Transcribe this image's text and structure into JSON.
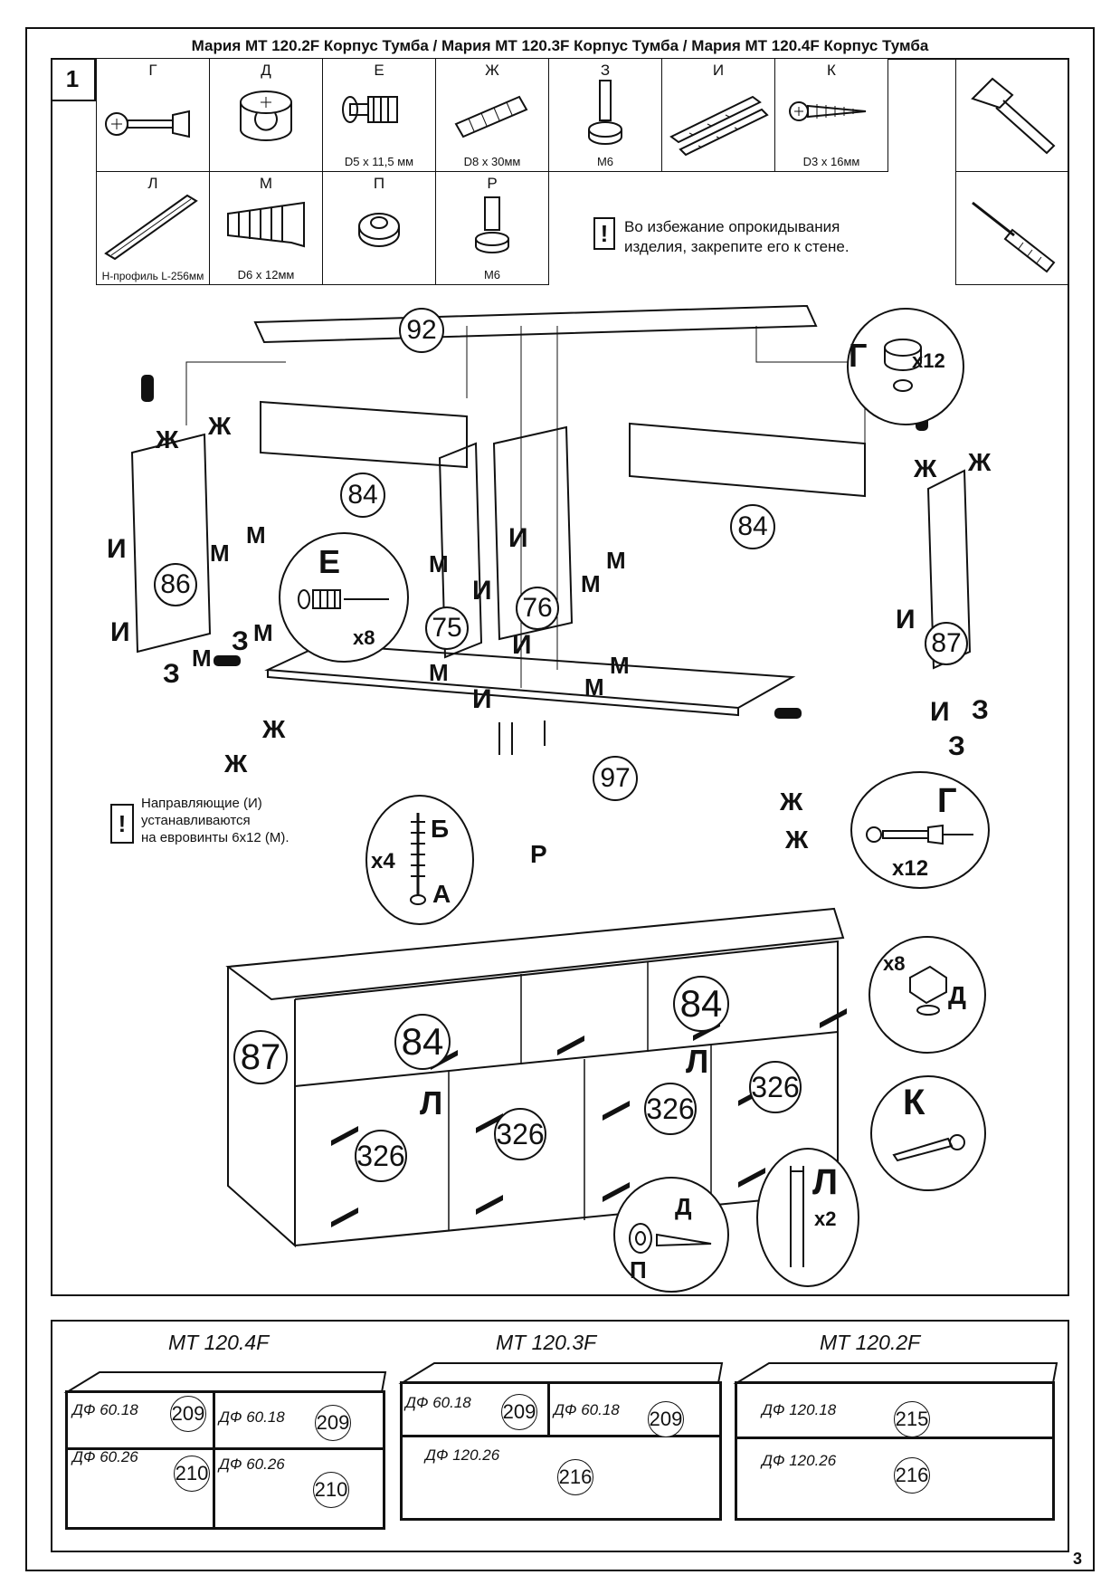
{
  "title": "Мария  МТ 120.2F Корпус Тумба / Мария  МТ 120.3F Корпус Тумба / Мария  МТ 120.4F Корпус Тумба",
  "step": "1",
  "parts_row1": [
    {
      "letter": "Г",
      "caption": ""
    },
    {
      "letter": "Д",
      "caption": ""
    },
    {
      "letter": "Е",
      "caption": "D5 x 11,5 мм"
    },
    {
      "letter": "Ж",
      "caption": "D8 x 30мм"
    },
    {
      "letter": "З",
      "caption": "M6"
    },
    {
      "letter": "И",
      "caption": ""
    },
    {
      "letter": "К",
      "caption": "D3 x 16мм"
    }
  ],
  "parts_row2": [
    {
      "letter": "Л",
      "caption": "Н-профиль L-256мм"
    },
    {
      "letter": "М",
      "caption": "D6 x 12мм"
    },
    {
      "letter": "П",
      "caption": ""
    },
    {
      "letter": "Р",
      "caption": "M6"
    }
  ],
  "warning_wall": {
    "mark": "!",
    "line1": "Во избежание опрокидывания",
    "line2": "изделия, закрепите его к стене."
  },
  "note_guides": {
    "mark": "!",
    "line1": "Направляющие (И)",
    "line2": "устанавливаются",
    "line3": "на евровинты 6х12 (М)."
  },
  "tools": [
    "hammer-icon",
    "screwdriver-icon"
  ],
  "assembly": {
    "panels": [
      "92",
      "84",
      "84",
      "86",
      "75",
      "76",
      "87",
      "97"
    ],
    "callouts": {
      "e": {
        "letter": "Е",
        "qty": "x8"
      },
      "g_top": {
        "letter": "Г",
        "qty": "x12"
      },
      "g_bottom": {
        "letter": "Г",
        "qty": "x12"
      },
      "ba": {
        "b": "Б",
        "a": "А",
        "qty": "x4"
      },
      "r": "Р"
    },
    "labels": {
      "zh": "Ж",
      "i": "И",
      "m": "М",
      "z": "З"
    }
  },
  "front": {
    "panels": [
      "87",
      "84",
      "84",
      "326",
      "326",
      "326",
      "326"
    ],
    "callouts": {
      "d": {
        "letter": "Д",
        "qty": "x8"
      },
      "k": "К",
      "l": {
        "letter": "Л",
        "qty": "x2"
      },
      "pd": {
        "p": "П",
        "d": "Д"
      }
    },
    "l_labels": [
      "Л",
      "Л"
    ]
  },
  "models": [
    {
      "name": "MT 120.4F",
      "drawers": [
        {
          "label": "ДФ 60.18",
          "num": "209"
        },
        {
          "label": "ДФ 60.18",
          "num": "209"
        },
        {
          "label": "ДФ 60.26",
          "num": "210"
        },
        {
          "label": "ДФ 60.26",
          "num": "210"
        }
      ]
    },
    {
      "name": "MT 120.3F",
      "drawers": [
        {
          "label": "ДФ 60.18",
          "num": "209"
        },
        {
          "label": "ДФ 60.18",
          "num": "209"
        },
        {
          "label": "ДФ 120.26",
          "num": "216"
        }
      ]
    },
    {
      "name": "MT 120.2F",
      "drawers": [
        {
          "label": "ДФ 120.18",
          "num": "215"
        },
        {
          "label": "ДФ 120.26",
          "num": "216"
        }
      ]
    }
  ],
  "page_number": "3"
}
